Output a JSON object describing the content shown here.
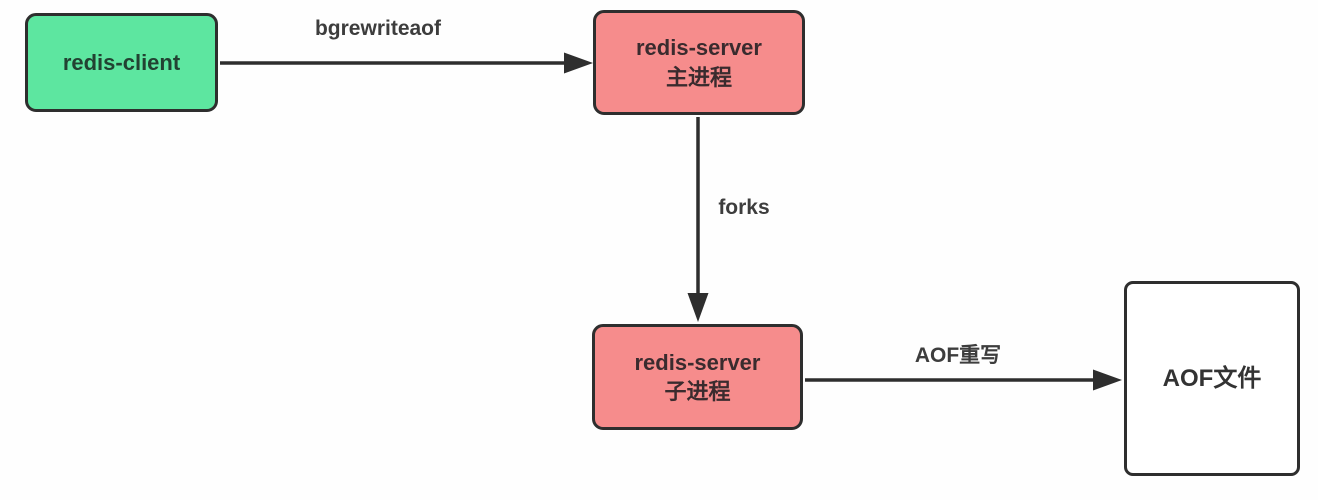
{
  "diagram": {
    "title_implicit": "Redis bgrewriteaof AOF rewrite flow",
    "nodes": {
      "redis_client": {
        "label": "redis-client",
        "fill": "#5de6a0",
        "text_color": "#224232"
      },
      "redis_server_main": {
        "line1": "redis-server",
        "line2": "主进程",
        "fill": "#f68c8c",
        "text_color": "#3a2b2e"
      },
      "redis_server_child": {
        "line1": "redis-server",
        "line2": "子进程",
        "fill": "#f68c8c",
        "text_color": "#3a2b2e"
      },
      "aof_file": {
        "label": "AOF文件",
        "fill": "#ffffff",
        "text_color": "#333333"
      }
    },
    "edges": [
      {
        "id": "bgrewriteaof",
        "label": "bgrewriteaof",
        "from": "redis_client",
        "to": "redis_server_main",
        "direction": "right"
      },
      {
        "id": "forks",
        "label": "forks",
        "from": "redis_server_main",
        "to": "redis_server_child",
        "direction": "down"
      },
      {
        "id": "aof_rewrite",
        "label": "AOF重写",
        "from": "redis_server_child",
        "to": "aof_file",
        "direction": "right"
      }
    ],
    "colors": {
      "border": "#2e2e2e",
      "arrow": "#2e2e2e",
      "edge_label_text": "#3d3d3d",
      "background": "#fefefe"
    }
  },
  "edge_labels": {
    "bgrewriteaof": "bgrewriteaof",
    "forks": "forks",
    "aof_rewrite": "AOF重写"
  }
}
